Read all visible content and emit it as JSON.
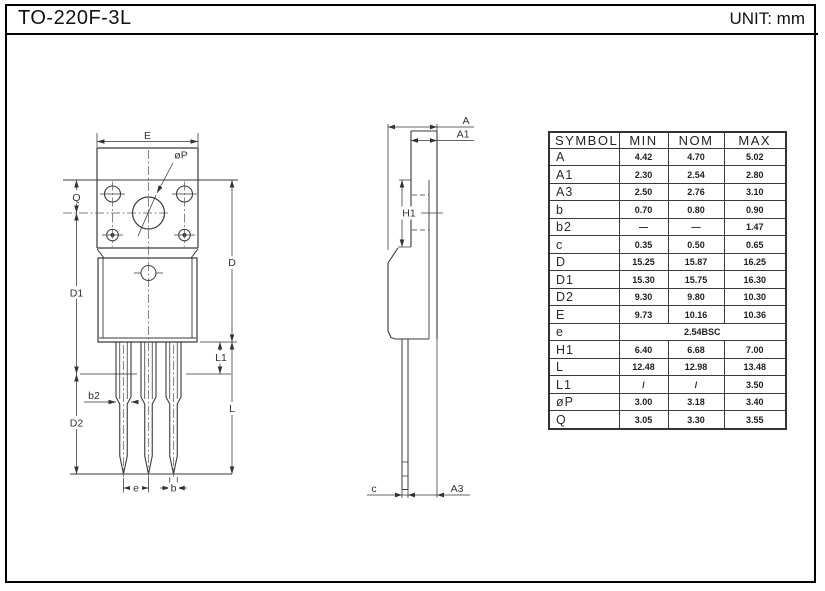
{
  "header": {
    "title": "TO-220F-3L",
    "unit": "UNIT: mm"
  },
  "colors": {
    "background": "#ffffff",
    "line": "#3a3a3a",
    "ink": "#111111"
  },
  "drawing_labels": {
    "E": "E",
    "phiP": "øP",
    "Q": "Q",
    "D": "D",
    "D1": "D1",
    "D2": "D2",
    "b2": "b2",
    "e": "e",
    "b": "b",
    "L": "L",
    "L1": "L1",
    "A": "A",
    "A1": "A1",
    "H1": "H1",
    "c": "c",
    "A3": "A3"
  },
  "table": {
    "headers": [
      "SYMBOL",
      "MIN",
      "NOM",
      "MAX"
    ],
    "rows": [
      {
        "symbol": "A",
        "min": "4.42",
        "nom": "4.70",
        "max": "5.02"
      },
      {
        "symbol": "A1",
        "min": "2.30",
        "nom": "2.54",
        "max": "2.80"
      },
      {
        "symbol": "A3",
        "min": "2.50",
        "nom": "2.76",
        "max": "3.10"
      },
      {
        "symbol": "b",
        "min": "0.70",
        "nom": "0.80",
        "max": "0.90"
      },
      {
        "symbol": "b2",
        "min": "—",
        "nom": "—",
        "max": "1.47"
      },
      {
        "symbol": "c",
        "min": "0.35",
        "nom": "0.50",
        "max": "0.65"
      },
      {
        "symbol": "D",
        "min": "15.25",
        "nom": "15.87",
        "max": "16.25"
      },
      {
        "symbol": "D1",
        "min": "15.30",
        "nom": "15.75",
        "max": "16.30"
      },
      {
        "symbol": "D2",
        "min": "9.30",
        "nom": "9.80",
        "max": "10.30"
      },
      {
        "symbol": "E",
        "min": "9.73",
        "nom": "10.16",
        "max": "10.36"
      },
      {
        "symbol": "e",
        "span": "2.54BSC"
      },
      {
        "symbol": "H1",
        "min": "6.40",
        "nom": "6.68",
        "max": "7.00"
      },
      {
        "symbol": "L",
        "min": "12.48",
        "nom": "12.98",
        "max": "13.48"
      },
      {
        "symbol": "L1",
        "min": "/",
        "nom": "/",
        "max": "3.50"
      },
      {
        "symbol": "øP",
        "min": "3.00",
        "nom": "3.18",
        "max": "3.40"
      },
      {
        "symbol": "Q",
        "min": "3.05",
        "nom": "3.30",
        "max": "3.55"
      }
    ]
  }
}
